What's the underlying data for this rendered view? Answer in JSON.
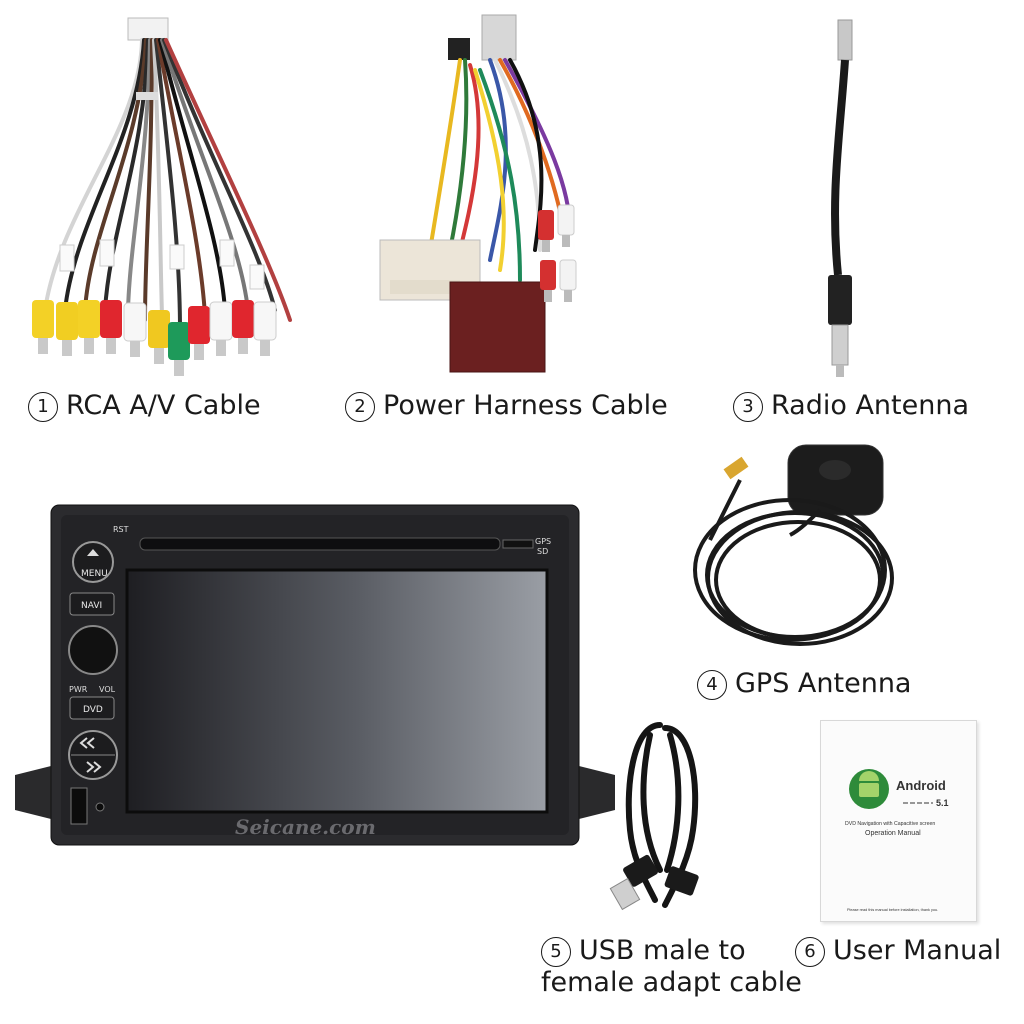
{
  "items": [
    {
      "num": "1",
      "label": "RCA A/V Cable"
    },
    {
      "num": "2",
      "label": "Power Harness Cable"
    },
    {
      "num": "3",
      "label": "Radio Antenna"
    },
    {
      "num": "4",
      "label": "GPS Antenna"
    },
    {
      "num": "5",
      "label": "USB male to female adapt cable"
    },
    {
      "num": "6",
      "label": "User Manual"
    }
  ],
  "head_unit": {
    "brand_watermark": "Seicane.com",
    "buttons": {
      "rst": "RST",
      "menu": "MENU",
      "navi": "NAVI",
      "pwr": "PWR",
      "vol": "VOL",
      "dvd": "DVD",
      "gps": "GPS",
      "sd": "SD"
    }
  },
  "manual": {
    "title": "Android",
    "version": "5.1",
    "subtitle": "DVD Navigation with Capacitive screen",
    "heading": "Operation Manual",
    "footer": "Please read this manual before installation, thank you."
  }
}
